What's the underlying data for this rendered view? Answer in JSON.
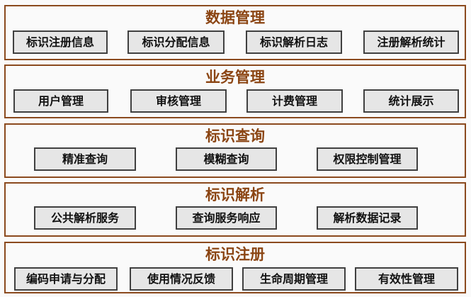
{
  "layers": [
    {
      "title": "数据管理",
      "items": [
        "标识注册信息",
        "标识分配信息",
        "标识解析日志",
        "注册解析统计"
      ]
    },
    {
      "title": "业务管理",
      "items": [
        "用户管理",
        "审核管理",
        "计费管理",
        "统计展示"
      ]
    },
    {
      "title": "标识查询",
      "items": [
        "精准查询",
        "模糊查询",
        "权限控制管理"
      ]
    },
    {
      "title": "标识解析",
      "items": [
        "公共解析服务",
        "查询服务响应",
        "解析数据记录"
      ]
    },
    {
      "title": "标识注册",
      "items": [
        "编码申请与分配",
        "使用情况反馈",
        "生命周期管理",
        "有效性管理"
      ]
    }
  ],
  "colors": {
    "layer_border": "#8b4a1e",
    "title": "#8b4513",
    "box_fill": "#e6e6e6"
  }
}
